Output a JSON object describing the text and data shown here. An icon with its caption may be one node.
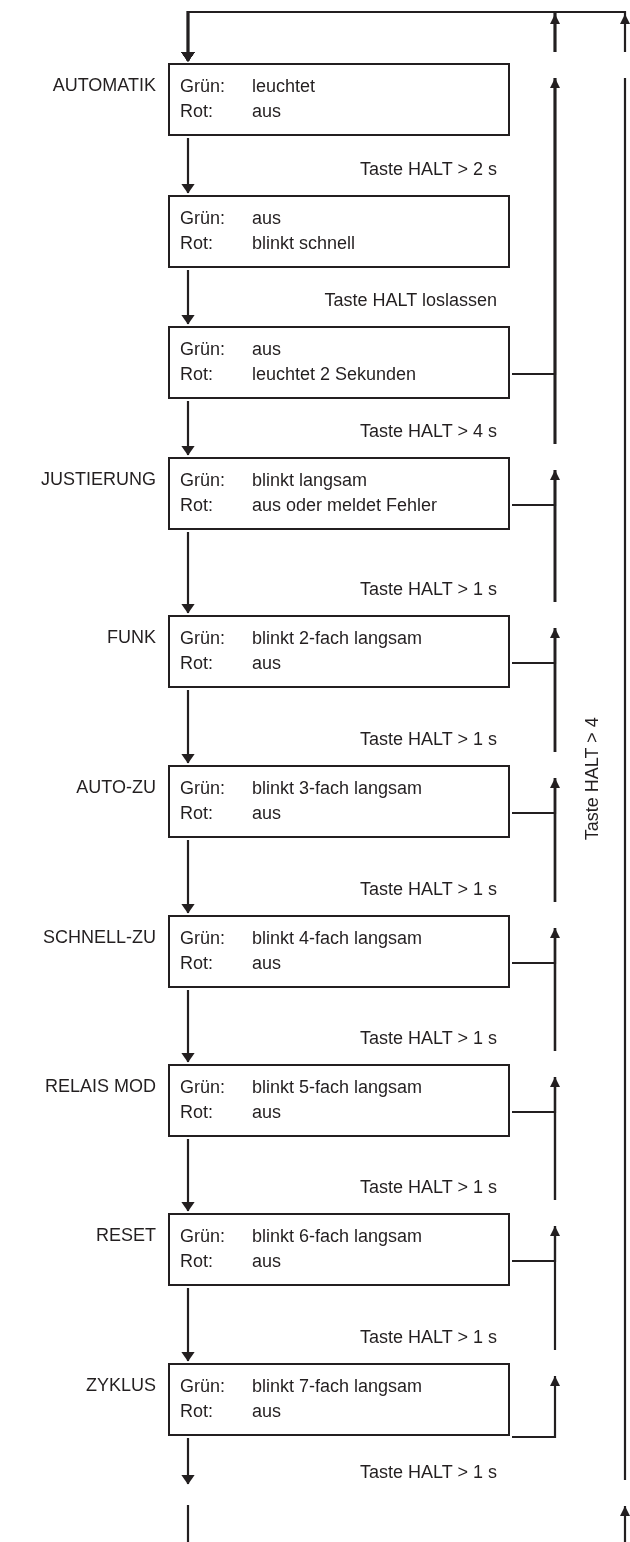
{
  "diagram": {
    "nodes": [
      {
        "text": [
          "Grün:",
          "leuchtet",
          "Rot:",
          "aus"
        ],
        "beside": [
          "AUTOMATIK"
        ]
      },
      {
        "text": [
          "Grün:",
          "aus",
          "Rot:",
          "blinkt schnell"
        ]
      },
      {
        "text": [
          "Grün:",
          "aus",
          "Rot:",
          "leuchtet 2 Sekunden"
        ]
      },
      {
        "text": [
          "Grün:",
          "blinkt langsam",
          "Rot:",
          "aus oder meldet Fehler"
        ],
        "beside": [
          "JUSTIERUNG"
        ]
      },
      {
        "text": [
          "Grün:",
          "blinkt 2-fach langsam",
          "Rot:",
          "aus"
        ],
        "beside": [
          "FUNK"
        ]
      },
      {
        "text": [
          "Grün:",
          "blinkt 3-fach langsam",
          "Rot:",
          "aus"
        ],
        "beside": [
          "AUTO-ZU"
        ]
      },
      {
        "text": [
          "Grün:",
          "blinkt 4-fach langsam",
          "Rot:",
          "aus"
        ],
        "beside": [
          "SCHNELL-ZU"
        ]
      },
      {
        "text": [
          "Grün:",
          "blinkt 5-fach langsam",
          "Rot:",
          "aus"
        ],
        "beside": [
          "RELAIS MOD"
        ]
      },
      {
        "text": [
          "Grün:",
          "blinkt 6-fach langsam",
          "Rot:",
          "aus"
        ],
        "beside": [
          "RESET"
        ]
      },
      {
        "text": [
          "Grün:",
          "blinkt 7-fach langsam",
          "Rot:",
          "aus"
        ],
        "beside": [
          "ZYKLUS"
        ]
      }
    ],
    "edges": [
      {
        "from": 0,
        "to": 1,
        "arrow": "to"
      },
      {
        "from": 1,
        "to": 2,
        "arrow": "to"
      },
      {
        "from": 2,
        "to": 3,
        "arrow": "to"
      },
      {
        "from": 3,
        "to": 4,
        "arrow": "to"
      },
      {
        "from": 4,
        "to": 5,
        "arrow": "to"
      },
      {
        "from": 5,
        "to": 6,
        "arrow": "to"
      },
      {
        "from": 6,
        "to": 7,
        "arrow": "to"
      },
      {
        "from": 7,
        "to": 8,
        "arrow": "to"
      },
      {
        "from": 8,
        "to": 9,
        "arrow": "to"
      },
      {
        "from": 9,
        "to": null,
        "arrow": "to"
      },
      {
        "from": 2,
        "to": 0,
        "arrow": "to"
      },
      {
        "from": 3,
        "to": 0,
        "arrow": "to"
      },
      {
        "from": 4,
        "to": 0,
        "arrow": "to"
      },
      {
        "from": 5,
        "to": 0,
        "arrow": "to"
      },
      {
        "from": 6,
        "to": 0,
        "arrow": "to"
      },
      {
        "from": 7,
        "to": 0,
        "arrow": "to"
      },
      {
        "from": 8,
        "to": 0,
        "arrow": "to"
      },
      {
        "from": 9,
        "to": 0,
        "arrow": "to"
      },
      {
        "from": null,
        "to": 0,
        "arrow": "to",
        "label": "Taste HALT > 4"
      }
    ],
    "labels": [
      "Taste HALT > 2 s",
      "Taste HALT loslassen",
      "Taste HALT > 4 s",
      "Taste HALT > 1 s",
      "Taste HALT > 1 s",
      "Taste HALT > 1 s",
      "Taste HALT > 1 s",
      "Taste HALT > 1 s",
      "Taste HALT > 1 s",
      "Taste HALT > 1 s"
    ]
  }
}
